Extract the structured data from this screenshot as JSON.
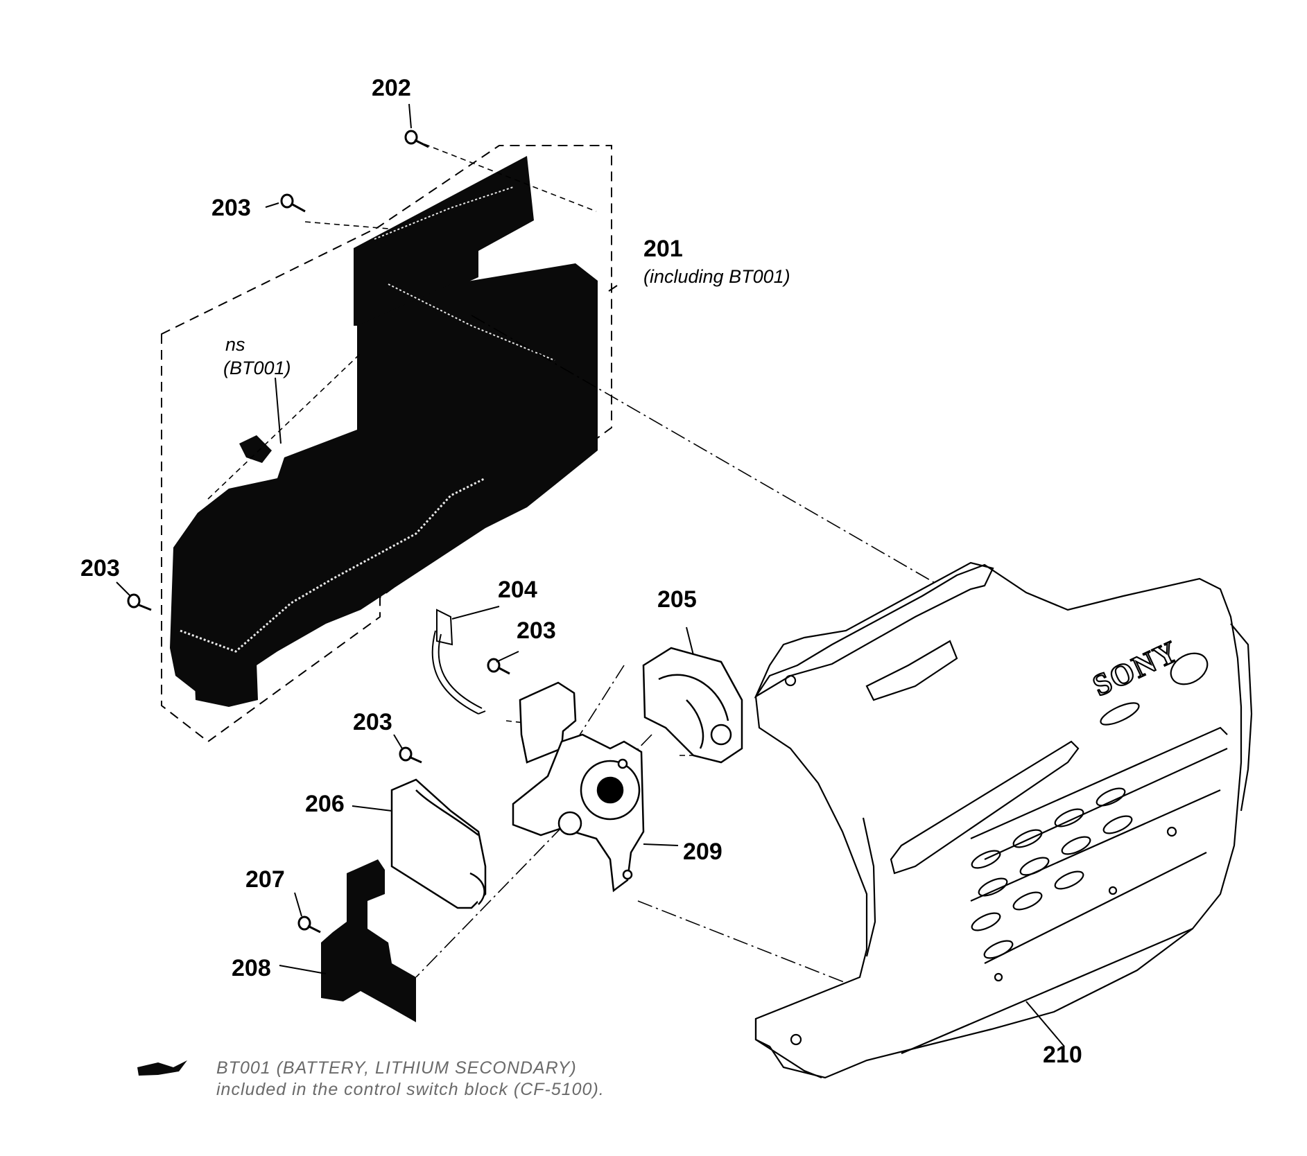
{
  "callouts": {
    "c201": "201",
    "c202": "202",
    "c203_top": "203",
    "c203_left": "203",
    "c203_mid": "203",
    "c203_lower": "203",
    "c204": "204",
    "c205": "205",
    "c206": "206",
    "c207": "207",
    "c208": "208",
    "c209": "209",
    "c210": "210"
  },
  "notes": {
    "including": "(including BT001)",
    "ns": "ns",
    "bt001": "(BT001)"
  },
  "brand_logo": "SONY",
  "footnote": {
    "line1": "BT001 (BATTERY, LITHIUM SECONDARY)",
    "line2": "included in the control switch block (CF-5100)."
  },
  "colors": {
    "ink": "#000000",
    "paper": "#ffffff",
    "footnote_gray": "#6a6a6a"
  }
}
